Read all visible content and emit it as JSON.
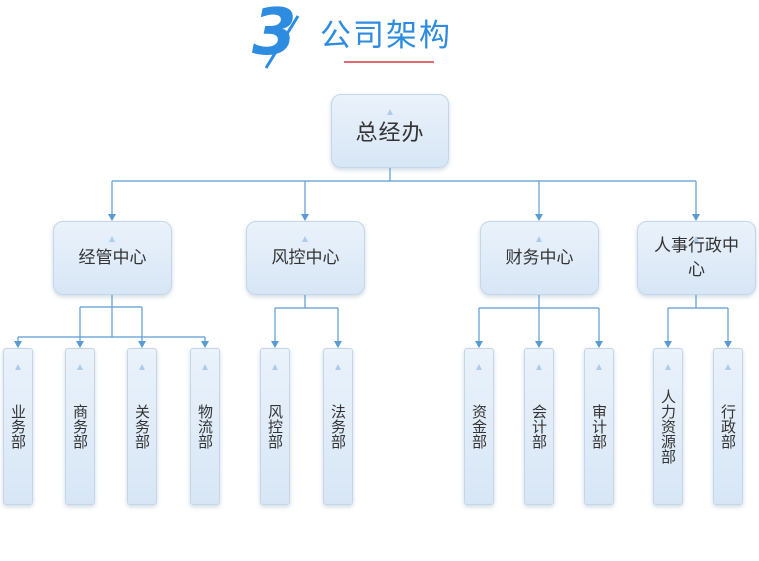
{
  "header": {
    "number": "3",
    "title": "公司架构"
  },
  "org": {
    "root": "总经办",
    "centers": [
      {
        "name": "经管中心",
        "departments": [
          "业务部",
          "商务部",
          "关务部",
          "物流部"
        ]
      },
      {
        "name": "风控中心",
        "departments": [
          "风控部",
          "法务部"
        ]
      },
      {
        "name": "财务中心",
        "departments": [
          "资金部",
          "会计部",
          "审计部"
        ]
      },
      {
        "name": "人事行政中心",
        "departments": [
          "人力资源部",
          "行政部"
        ]
      }
    ]
  },
  "colors": {
    "accent": "#2d8be0",
    "connector": "#5b9bd5",
    "underline": "#e36a73",
    "box_fill": "#dde9f6",
    "box_border": "#c5d6e9"
  }
}
